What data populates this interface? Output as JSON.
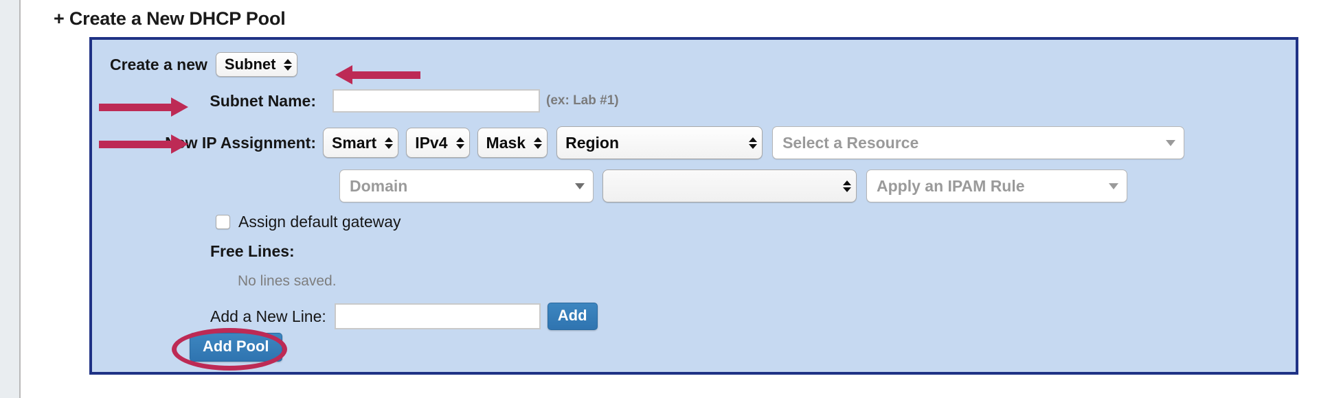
{
  "page": {
    "section_title": "+ Create a New DHCP Pool"
  },
  "form": {
    "create_new_label": "Create a new",
    "type_select": {
      "value": "Subnet",
      "icon": "up-down-arrows-icon"
    },
    "subnet_name": {
      "label": "Subnet Name:",
      "value": "",
      "hint": "(ex: Lab #1)"
    },
    "ip_assignment": {
      "label": "New IP Assignment:",
      "mode_select": {
        "value": "Smart"
      },
      "version_select": {
        "value": "IPv4"
      },
      "mask_select": {
        "value": "Mask"
      },
      "scope_select": {
        "value": "Region"
      },
      "resource_select": {
        "value": "Select a Resource",
        "icon": "chevron-down-icon"
      },
      "domain_select": {
        "value": "Domain",
        "icon": "chevron-down-icon"
      },
      "blank_select": {
        "value": ""
      },
      "ipam_rule_select": {
        "value": "Apply an IPAM Rule",
        "icon": "chevron-down-icon"
      }
    },
    "gateway_checkbox": {
      "label": "Assign default gateway",
      "checked": false
    },
    "free_lines": {
      "label": "Free Lines:",
      "empty_text": "No lines saved.",
      "add_line_label": "Add a New Line:",
      "add_line_value": "",
      "add_button_label": "Add"
    },
    "add_pool_button_label": "Add Pool"
  },
  "annotations": {
    "color": "#bd2a55",
    "arrow_type_select": "arrow-pointing-left-at-type-select",
    "arrow_subnet_name": "arrow-pointing-right-at-subnet-name",
    "arrow_ip_assignment": "arrow-pointing-right-at-ip-assignment",
    "ellipse_add_pool": "ellipse-around-add-pool-button"
  },
  "colors": {
    "panel_background": "#c6d9f1",
    "panel_border": "#1f3285",
    "button_blue": "#3279b7",
    "annotation_red": "#bd2a55"
  }
}
